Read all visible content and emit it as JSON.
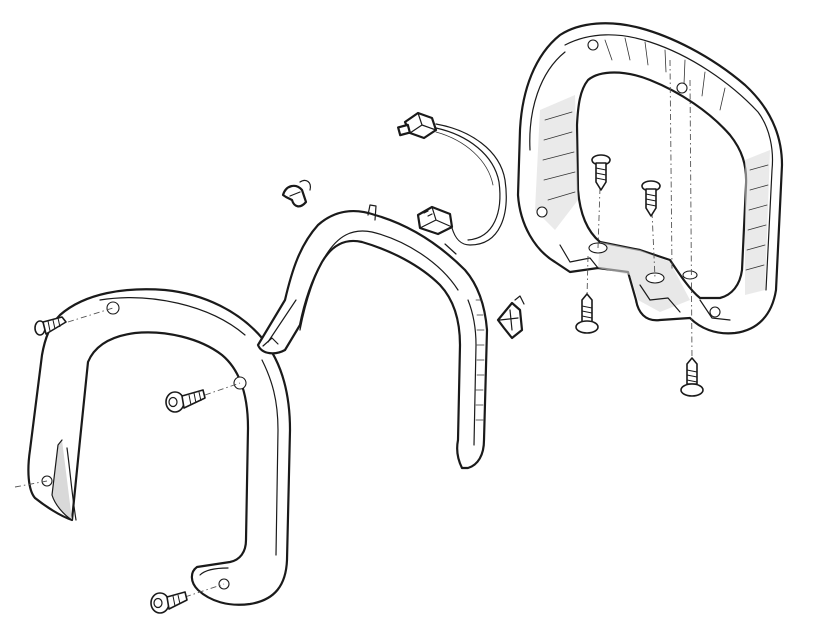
{
  "diagram": {
    "type": "exploded-assembly",
    "colors": {
      "line": "#1a1a1a",
      "fill": "#ffffff",
      "shade": "#d9d9d9",
      "leader": "#555555"
    },
    "parts": [
      {
        "name": "outer-trim-panel"
      },
      {
        "name": "middle-trim-bracket"
      },
      {
        "name": "rear-mounting-frame"
      },
      {
        "name": "wiring-harness"
      },
      {
        "name": "small-clip-upper"
      },
      {
        "name": "small-clip-lower"
      },
      {
        "name": "socket-head-bolt",
        "count": 2
      },
      {
        "name": "self-tapping-screw",
        "count": 5
      }
    ]
  }
}
